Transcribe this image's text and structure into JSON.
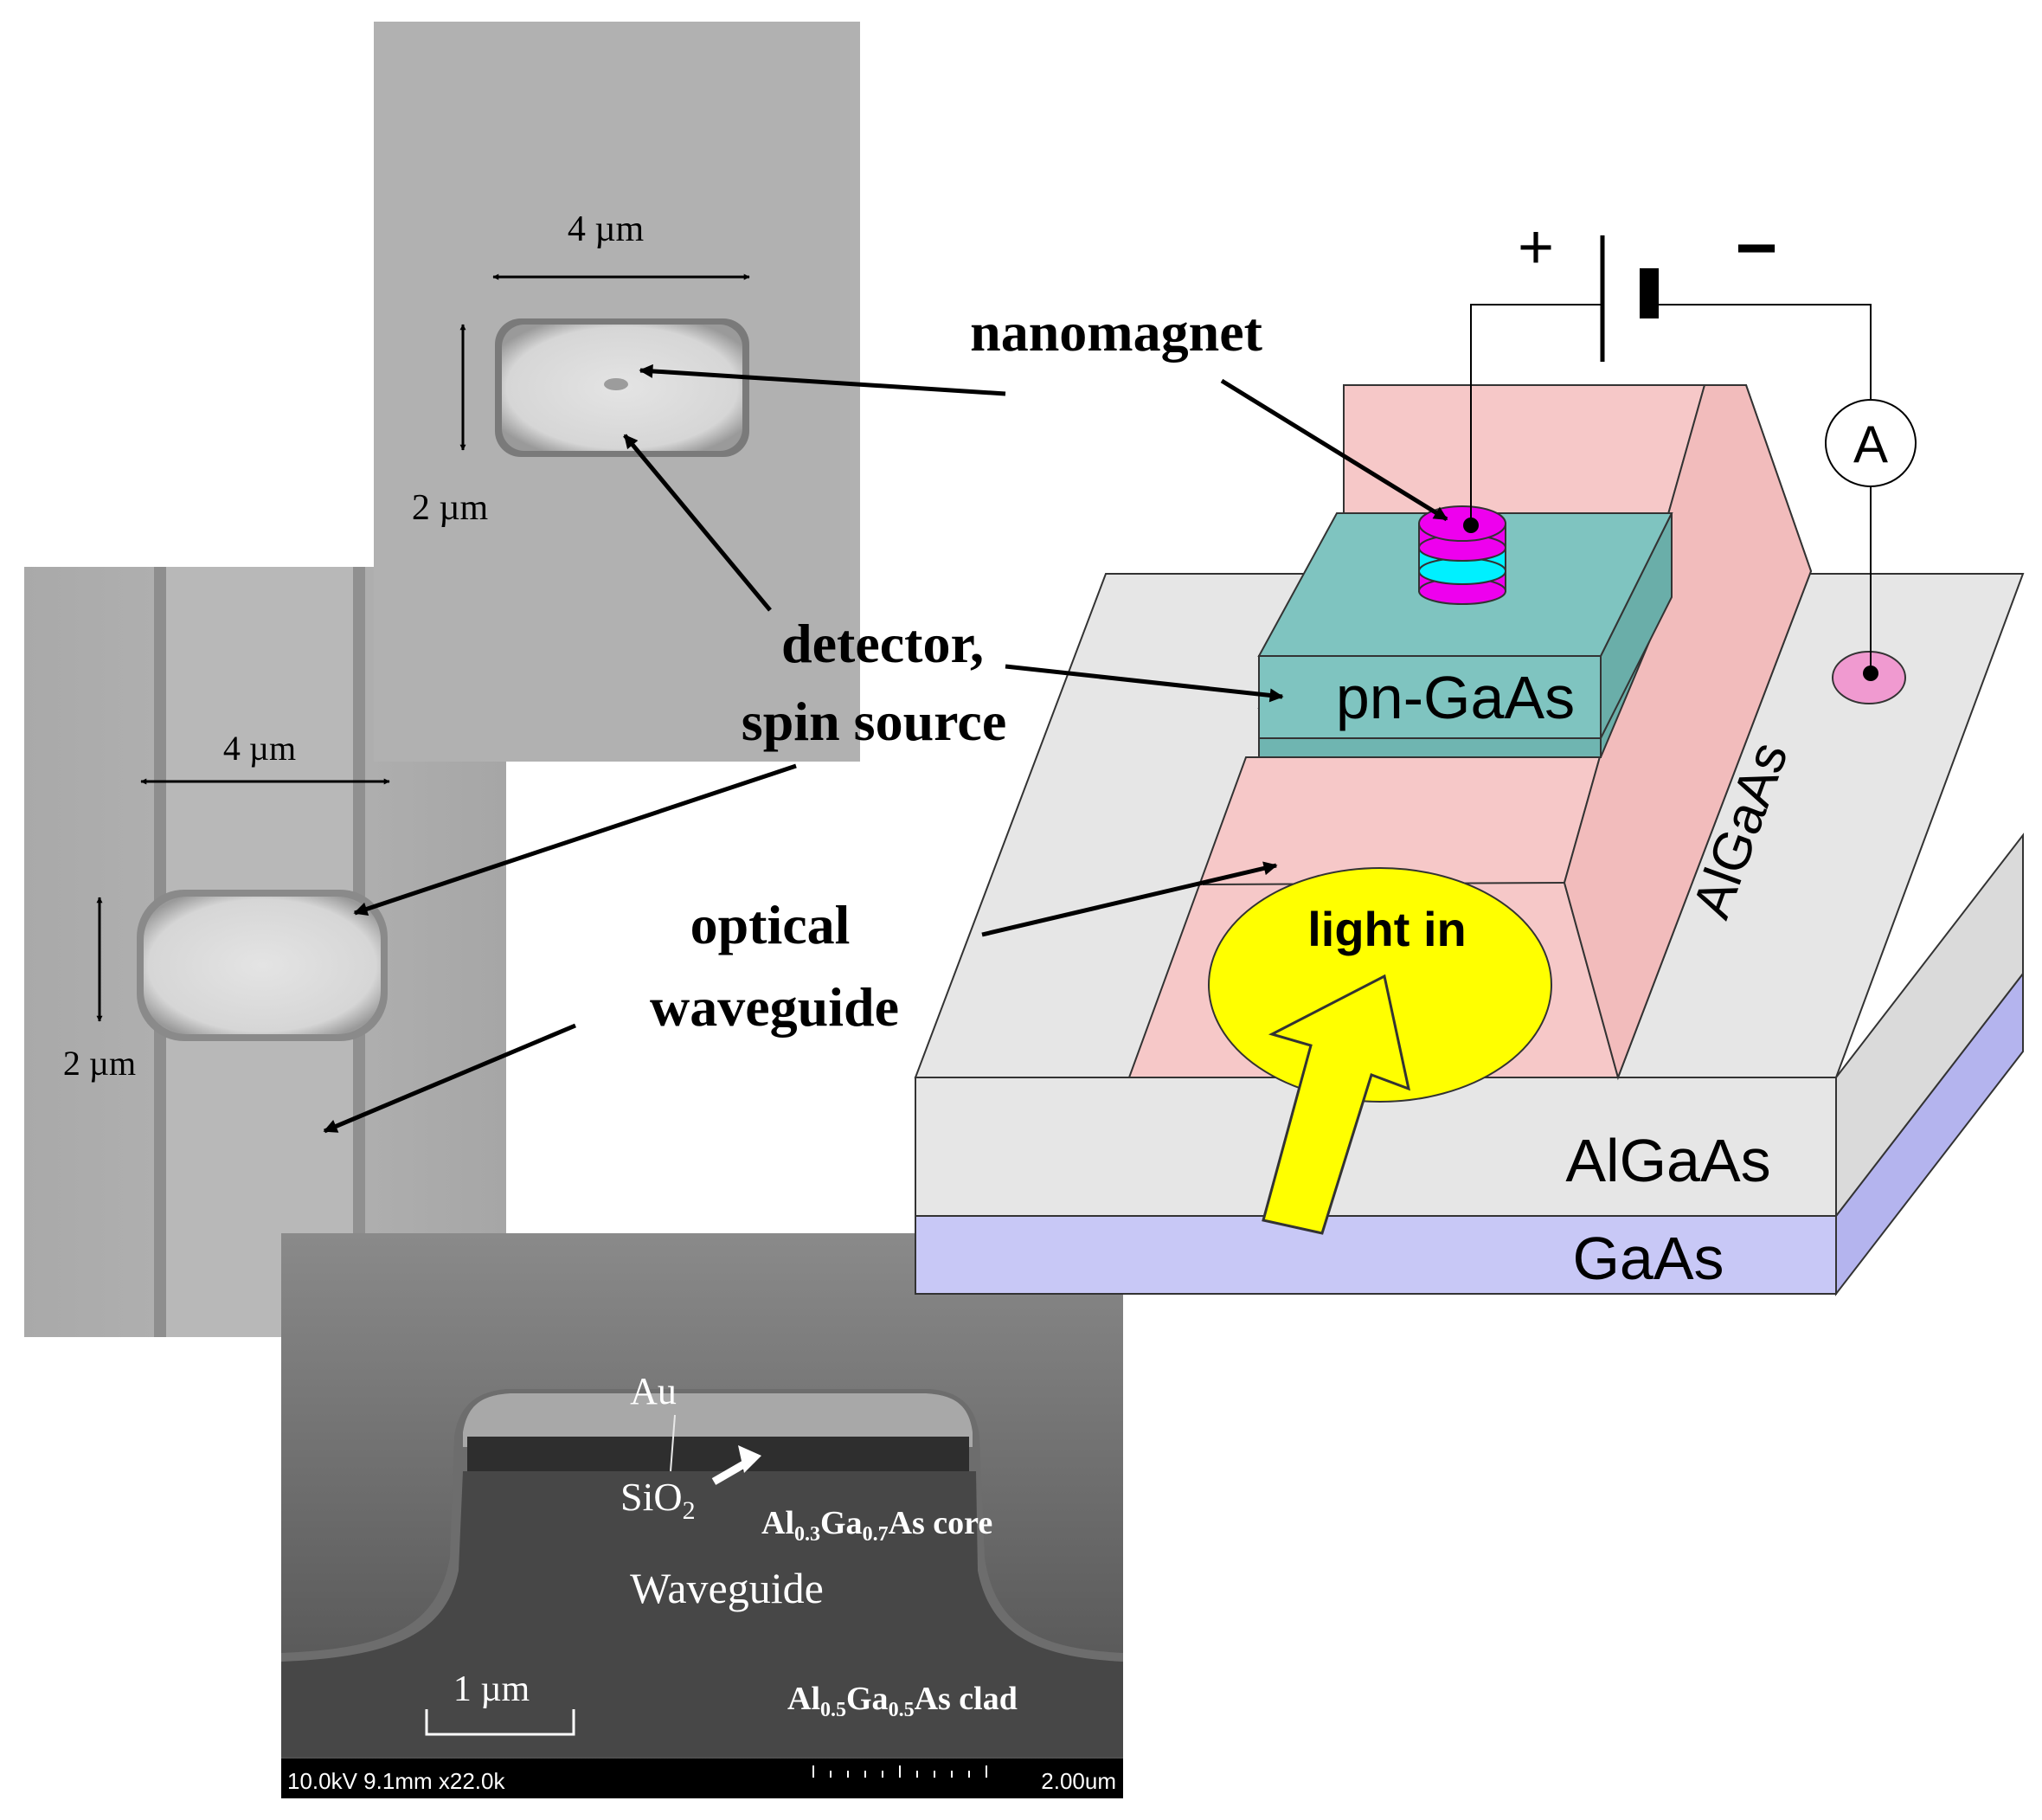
{
  "sem_top": {
    "width_label": "4 µm",
    "height_label": "2 µm"
  },
  "sem_left": {
    "width_label": "4 µm",
    "height_label": "2 µm"
  },
  "sem_bottom": {
    "au_label": "Au",
    "sio2_label": "SiO",
    "sio2_sub": "2",
    "core": {
      "p1": "Al",
      "s1": "0.3",
      "p2": "Ga",
      "s2": "0.7",
      "p3": "As core"
    },
    "waveguide_label": "Waveguide",
    "clad": {
      "p1": "Al",
      "s1": "0.5",
      "p2": "Ga",
      "s2": "0.5",
      "p3": "As clad"
    },
    "scale_label": "1 µm",
    "info_bar_left": "10.0kV 9.1mm x22.0k",
    "info_bar_right": "2.00um"
  },
  "callouts": {
    "nanomagnet": "nanomagnet",
    "detector_line1": "detector,",
    "detector_line2": "spin source",
    "optical_line1": "optical",
    "optical_line2": "waveguide"
  },
  "device": {
    "plus": "+",
    "minus": "−",
    "ammeter": "A",
    "pn_label": "pn-GaAs",
    "ridge_label": "AlGaAs",
    "cladding_label": "AlGaAs",
    "substrate_label": "GaAs",
    "light_label": "light in"
  },
  "colors": {
    "pink": "#f6c8c8",
    "teal": "#7fc4c0",
    "yellow": "#ffff00",
    "magenta": "#ee00ee",
    "cyan": "#00f0ff",
    "lavender": "#c8c8f6",
    "light_gray": "#e6e6e6"
  }
}
